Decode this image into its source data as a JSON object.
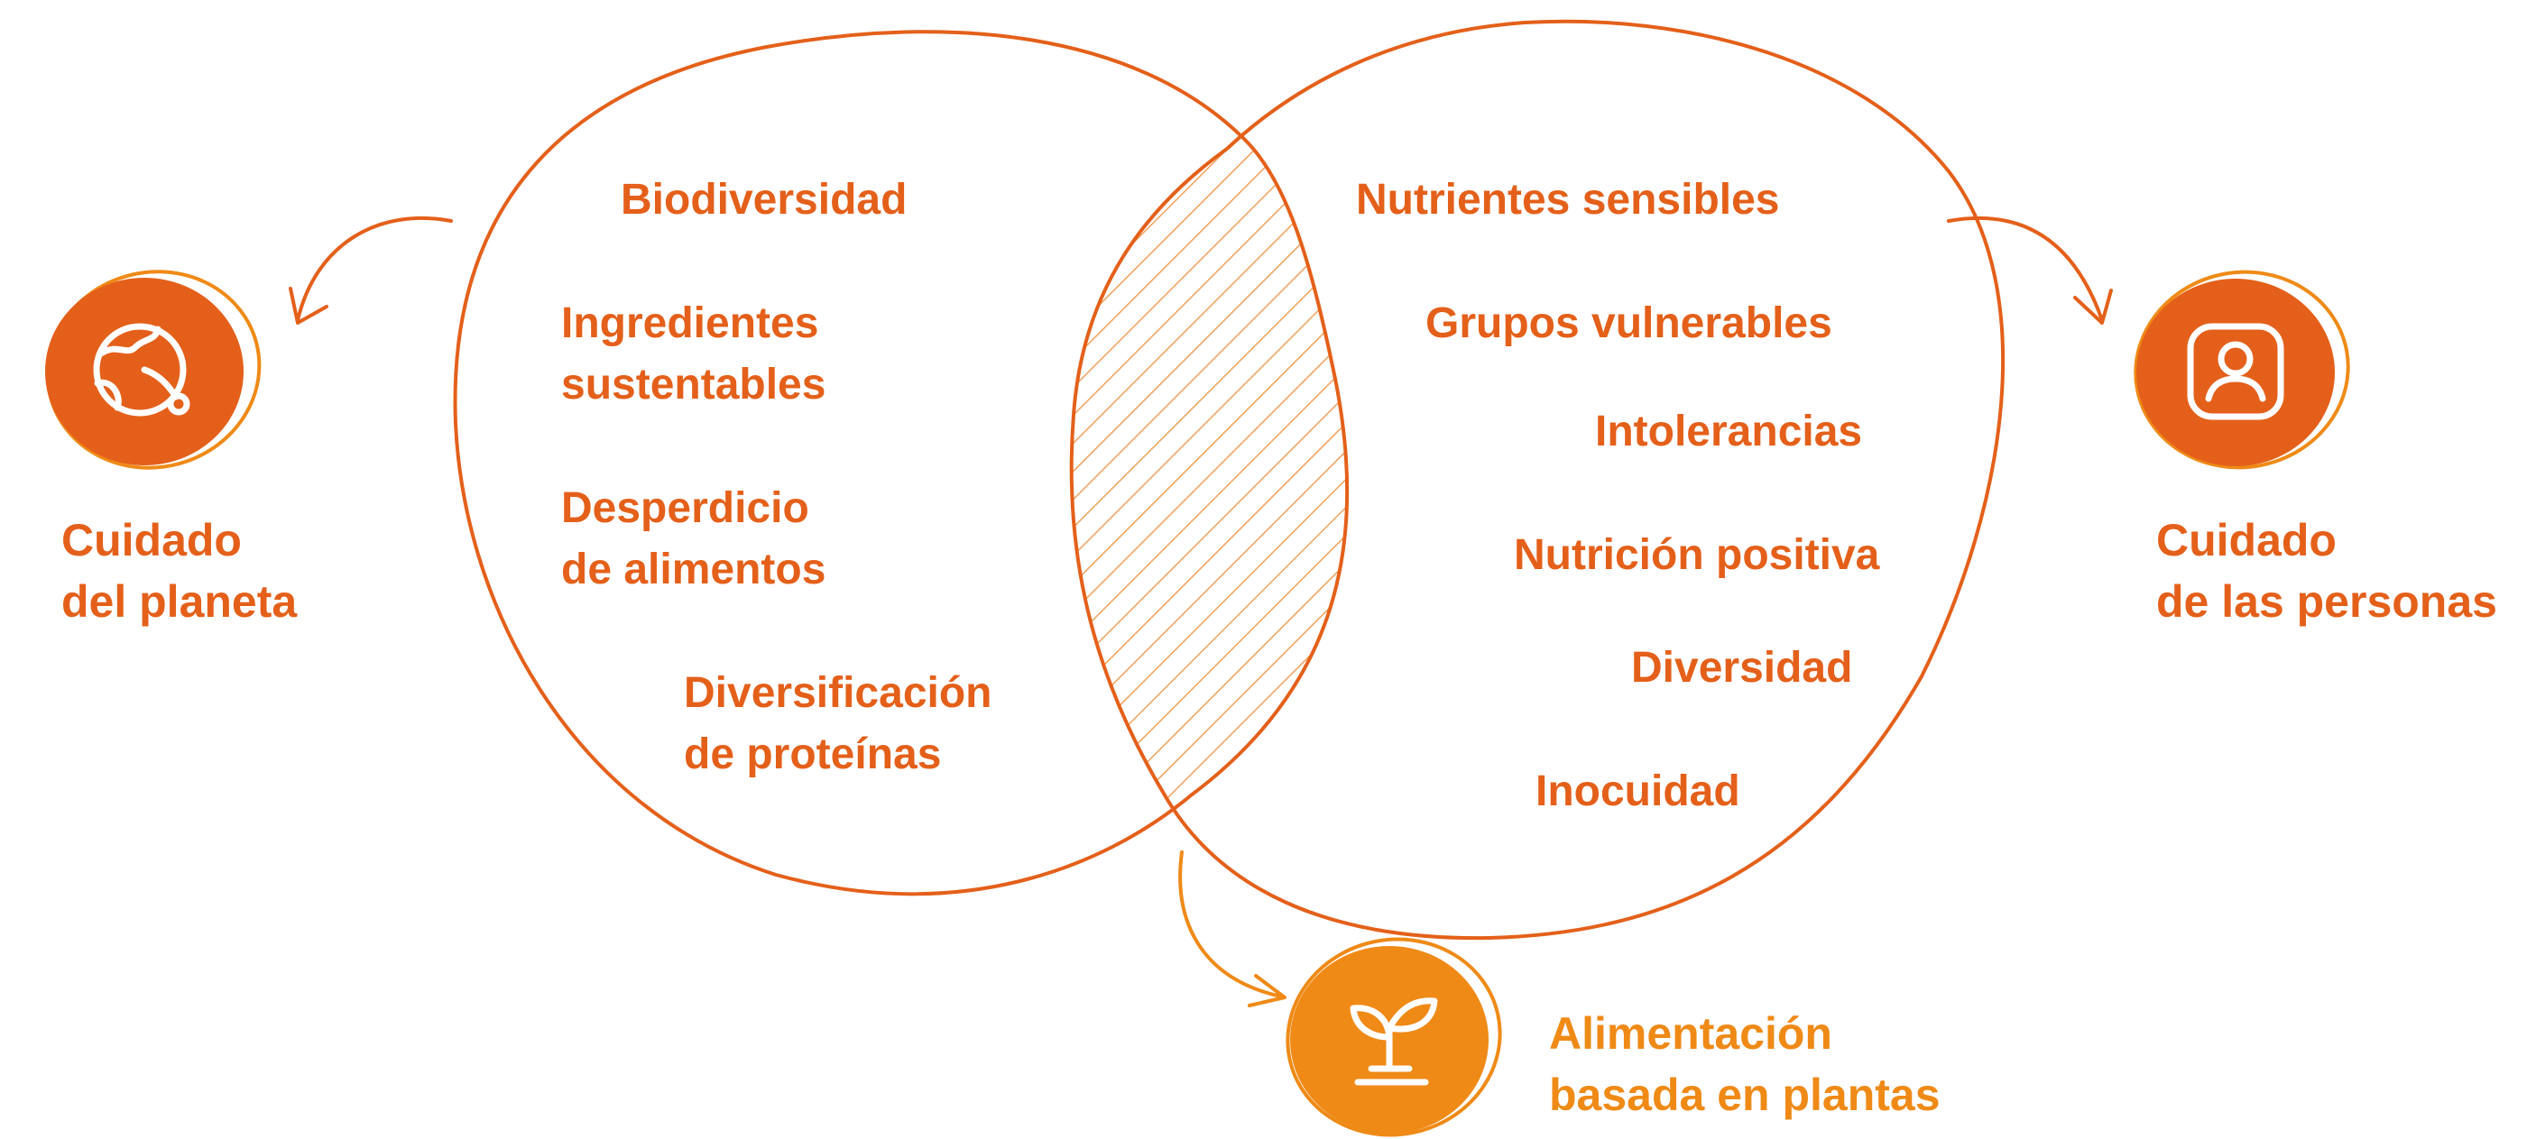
{
  "colors": {
    "primary": "#e4601a",
    "accent": "#ef8a17",
    "hatch": "#f0a15a"
  },
  "left_circle": {
    "items": [
      {
        "lines": [
          "Biodiversidad"
        ]
      },
      {
        "lines": [
          "Ingredientes",
          "sustentables"
        ]
      },
      {
        "lines": [
          "Desperdicio",
          "de alimentos"
        ]
      },
      {
        "lines": [
          "Diversificación",
          "de proteínas"
        ]
      }
    ]
  },
  "right_circle": {
    "items": [
      {
        "lines": [
          "Nutrientes sensibles"
        ]
      },
      {
        "lines": [
          "Grupos vulnerables"
        ]
      },
      {
        "lines": [
          "Intolerancias"
        ]
      },
      {
        "lines": [
          "Nutrición positiva"
        ]
      },
      {
        "lines": [
          "Diversidad"
        ]
      },
      {
        "lines": [
          "Inocuidad"
        ]
      }
    ]
  },
  "planet": {
    "lines": [
      "Cuidado",
      "del planeta"
    ],
    "icon": "globe-icon"
  },
  "people": {
    "lines": [
      "Cuidado",
      "de las personas"
    ],
    "icon": "person-icon"
  },
  "plants": {
    "lines": [
      "Alimentación",
      "basada en plantas"
    ],
    "icon": "sprout-icon"
  }
}
